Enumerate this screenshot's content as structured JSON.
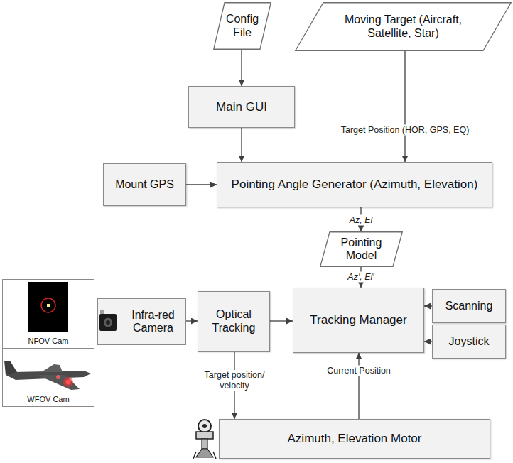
{
  "diagram": {
    "nodes": [
      {
        "text": [
          "Config File"
        ]
      },
      {
        "text": [
          "Moving Target (Aircraft, Satellite, Star)"
        ]
      },
      {
        "text": [
          "Main GUI"
        ]
      },
      {
        "text": [
          "Mount GPS"
        ]
      },
      {
        "text": [
          "Pointing Angle Generator (Azimuth, Elevation)"
        ]
      },
      {
        "text": [
          "Pointing Model"
        ]
      },
      {
        "text": [
          "NFOV Cam"
        ]
      },
      {
        "text": [
          "WFOV Cam"
        ]
      },
      {
        "text": [
          "Infra-red Camera"
        ]
      },
      {
        "text": [
          "Optical Tracking"
        ]
      },
      {
        "text": [
          "Tracking Manager"
        ]
      },
      {
        "text": [
          "Scanning"
        ]
      },
      {
        "text": [
          "Joystick"
        ]
      },
      {
        "text": [
          "Azimuth, Elevation Motor"
        ]
      }
    ],
    "edges": [
      {
        "from": 0,
        "to": 2,
        "arrow": "to"
      },
      {
        "from": 1,
        "to": 4,
        "label": "Target Position (HOR, GPS, EQ)",
        "arrow": "to"
      },
      {
        "from": 2,
        "to": 4,
        "arrow": "to"
      },
      {
        "from": 3,
        "to": 4,
        "arrow": "to"
      },
      {
        "from": 4,
        "to": 5,
        "label": "Az, El",
        "arrow": "to"
      },
      {
        "from": 5,
        "to": 10,
        "label": "Az', El'",
        "arrow": "to"
      },
      {
        "from": 8,
        "to": 9,
        "arrow": "to"
      },
      {
        "from": 9,
        "to": 10,
        "arrow": "to"
      },
      {
        "from": 11,
        "to": 10,
        "arrow": "to"
      },
      {
        "from": 12,
        "to": 10,
        "arrow": "to"
      },
      {
        "from": 9,
        "to": 13,
        "label": "Target position/ velocity",
        "arrow": "to"
      },
      {
        "from": 13,
        "to": 10,
        "label": "Current Position",
        "arrow": "to"
      }
    ]
  }
}
